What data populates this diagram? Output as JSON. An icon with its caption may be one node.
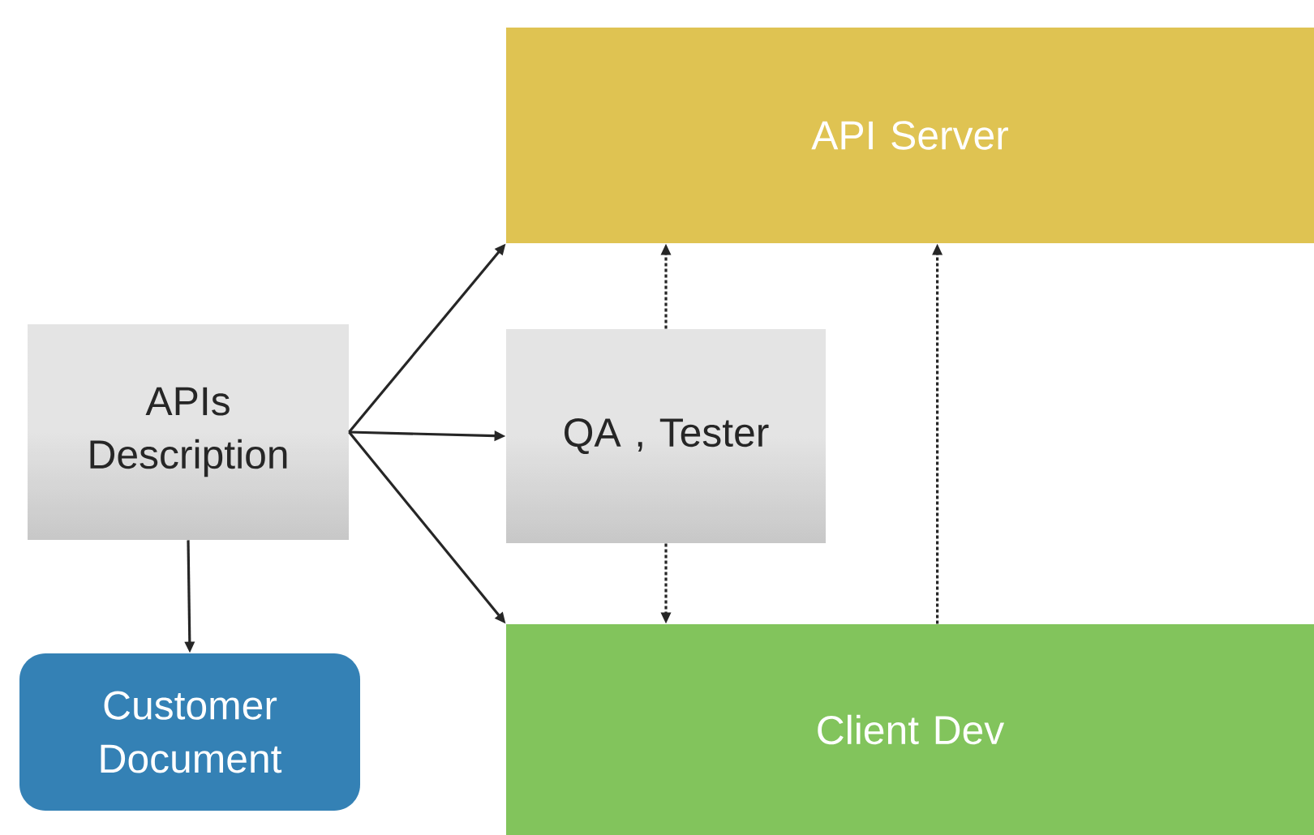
{
  "diagram": {
    "nodes": [
      {
        "text": [
          "API Server"
        ]
      },
      {
        "text": [
          "APIs Description"
        ]
      },
      {
        "text": [
          "QA , Tester"
        ]
      },
      {
        "text": [
          "Customer Document"
        ]
      },
      {
        "text": [
          "Client Dev"
        ]
      }
    ],
    "edges": [
      {
        "from": 1,
        "to": 0,
        "arrow": "to"
      },
      {
        "from": 1,
        "to": 2,
        "arrow": "to"
      },
      {
        "from": 1,
        "to": 4,
        "arrow": "to"
      },
      {
        "from": 1,
        "to": 3,
        "arrow": "to"
      },
      {
        "from": 2,
        "to": 0,
        "arrow": "to",
        "style": "dashed"
      },
      {
        "from": 2,
        "to": 4,
        "arrow": "to",
        "style": "dashed"
      },
      {
        "from": 4,
        "to": 0,
        "arrow": "to",
        "style": "dashed"
      }
    ]
  }
}
